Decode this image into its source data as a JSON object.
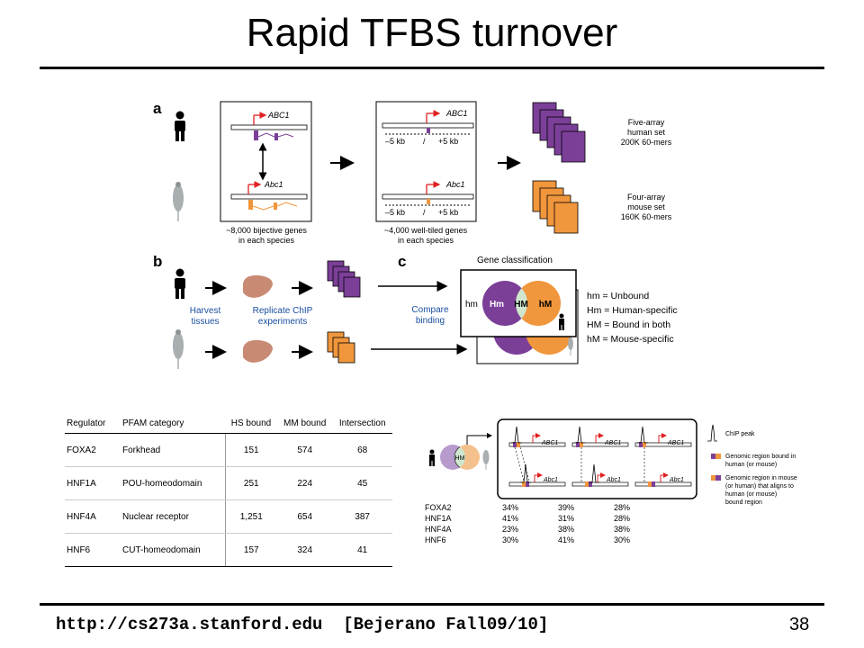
{
  "slide": {
    "title": "Rapid TFBS turnover",
    "footer": "http://cs273a.stanford.edu  [Bejerano Fall09/10]",
    "page_number": "38"
  },
  "panel_a": {
    "label": "a",
    "gene_human": "ABC1",
    "gene_mouse": "Abc1",
    "left_caption_1": "~8,000 bijective genes",
    "left_caption_2": "in each species",
    "tile_left": "–5 kb",
    "tile_sep": "/",
    "tile_right": "+5 kb",
    "mid_caption_1": "~4,000 well-tiled genes",
    "mid_caption_2": "in each species",
    "human_set_1": "Five-array",
    "human_set_2": "human set",
    "human_set_3": "200K 60-mers",
    "mouse_set_1": "Four-array",
    "mouse_set_2": "mouse set",
    "mouse_set_3": "160K 60-mers"
  },
  "panel_b": {
    "label": "b",
    "harvest_1": "Harvest",
    "harvest_2": "tissues",
    "replicate_1": "Replicate ChIP",
    "replicate_2": "experiments"
  },
  "panel_c": {
    "label": "c",
    "compare_1": "Compare",
    "compare_2": "binding",
    "heading": "Gene classification",
    "venn_outer": "hm",
    "venn_left": "Hm",
    "venn_mid": "HM",
    "venn_right": "hM",
    "legend": [
      "hm = Unbound",
      "Hm = Human-specific",
      "HM = Bound in both",
      "hM = Mouse-specific"
    ]
  },
  "table": {
    "headers": [
      "Regulator",
      "PFAM category",
      "HS bound",
      "MM bound",
      "Intersection"
    ],
    "rows": [
      [
        "FOXA2",
        "Forkhead",
        "151",
        "574",
        "68"
      ],
      [
        "HNF1A",
        "POU-homeodomain",
        "251",
        "224",
        "45"
      ],
      [
        "HNF4A",
        "Nuclear receptor",
        "1,251",
        "654",
        "387"
      ],
      [
        "HNF6",
        "CUT-homeodomain",
        "157",
        "324",
        "41"
      ]
    ]
  },
  "turnover": {
    "venn_label": "HM",
    "genes_top": [
      "ABC1",
      "ABC1",
      "ABC1"
    ],
    "genes_bottom": [
      "Abc1",
      "Abc1",
      "Abc1"
    ],
    "key_peak": "ChIP peak",
    "key_region_1": "Genomic region bound in",
    "key_region_2": "human (or mouse)",
    "key_align_1": "Genomic region in mouse",
    "key_align_2": "(or human) that aligns to",
    "key_align_3": "human (or mouse)",
    "key_align_4": "bound region",
    "rows": [
      [
        "FOXA2",
        "34%",
        "39%",
        "28%"
      ],
      [
        "HNF1A",
        "41%",
        "31%",
        "28%"
      ],
      [
        "HNF4A",
        "23%",
        "38%",
        "38%"
      ],
      [
        "HNF6",
        "30%",
        "41%",
        "30%"
      ]
    ]
  },
  "colors": {
    "human_purple": "#7b3f98",
    "mouse_orange": "#f0963c",
    "overlap_green": "#cfe6cf",
    "liver": "#c98a73"
  }
}
